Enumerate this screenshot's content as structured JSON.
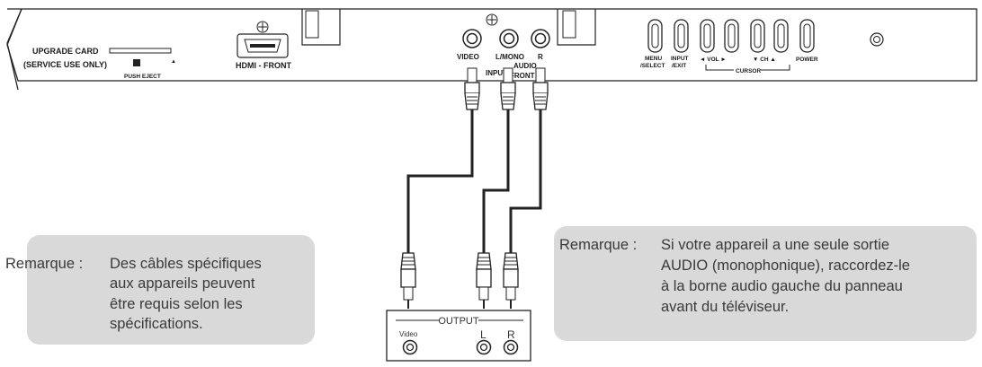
{
  "panel": {
    "upgrade_card": "UPGRADE CARD",
    "service_use": "(SERVICE USE ONLY)",
    "push_eject": "PUSH EJECT",
    "hdmi_label": "HDMI - FRONT",
    "video_label": "VIDEO",
    "lmono_label": "L/MONO",
    "r_label": "R",
    "audio_label": "AUDIO",
    "input_label": "INPUT",
    "front_label": "FRONT",
    "buttons": {
      "menu_1": "MENU",
      "menu_2": "/SELECT",
      "input_1": "INPUT",
      "input_2": "/EXIT",
      "vol": "◄  VOL  ►",
      "ch": "▼  CH  ▲",
      "power": "POWER",
      "cursor": "CURSOR"
    }
  },
  "device": {
    "output_label": "OUTPUT",
    "video_label": "Video",
    "l_label": "L",
    "r_label": "R"
  },
  "notes": {
    "left": {
      "prefix": "Remarque :",
      "lines": [
        "Des câbles spécifiques",
        "aux appareils peuvent",
        "être requis selon les",
        "spécifications."
      ]
    },
    "right": {
      "prefix": "Remarque :",
      "lines": [
        "Si votre appareil a une seule sortie",
        "AUDIO (monophonique), raccordez-le",
        "à la borne audio gauche du panneau",
        "avant du téléviseur."
      ]
    }
  }
}
